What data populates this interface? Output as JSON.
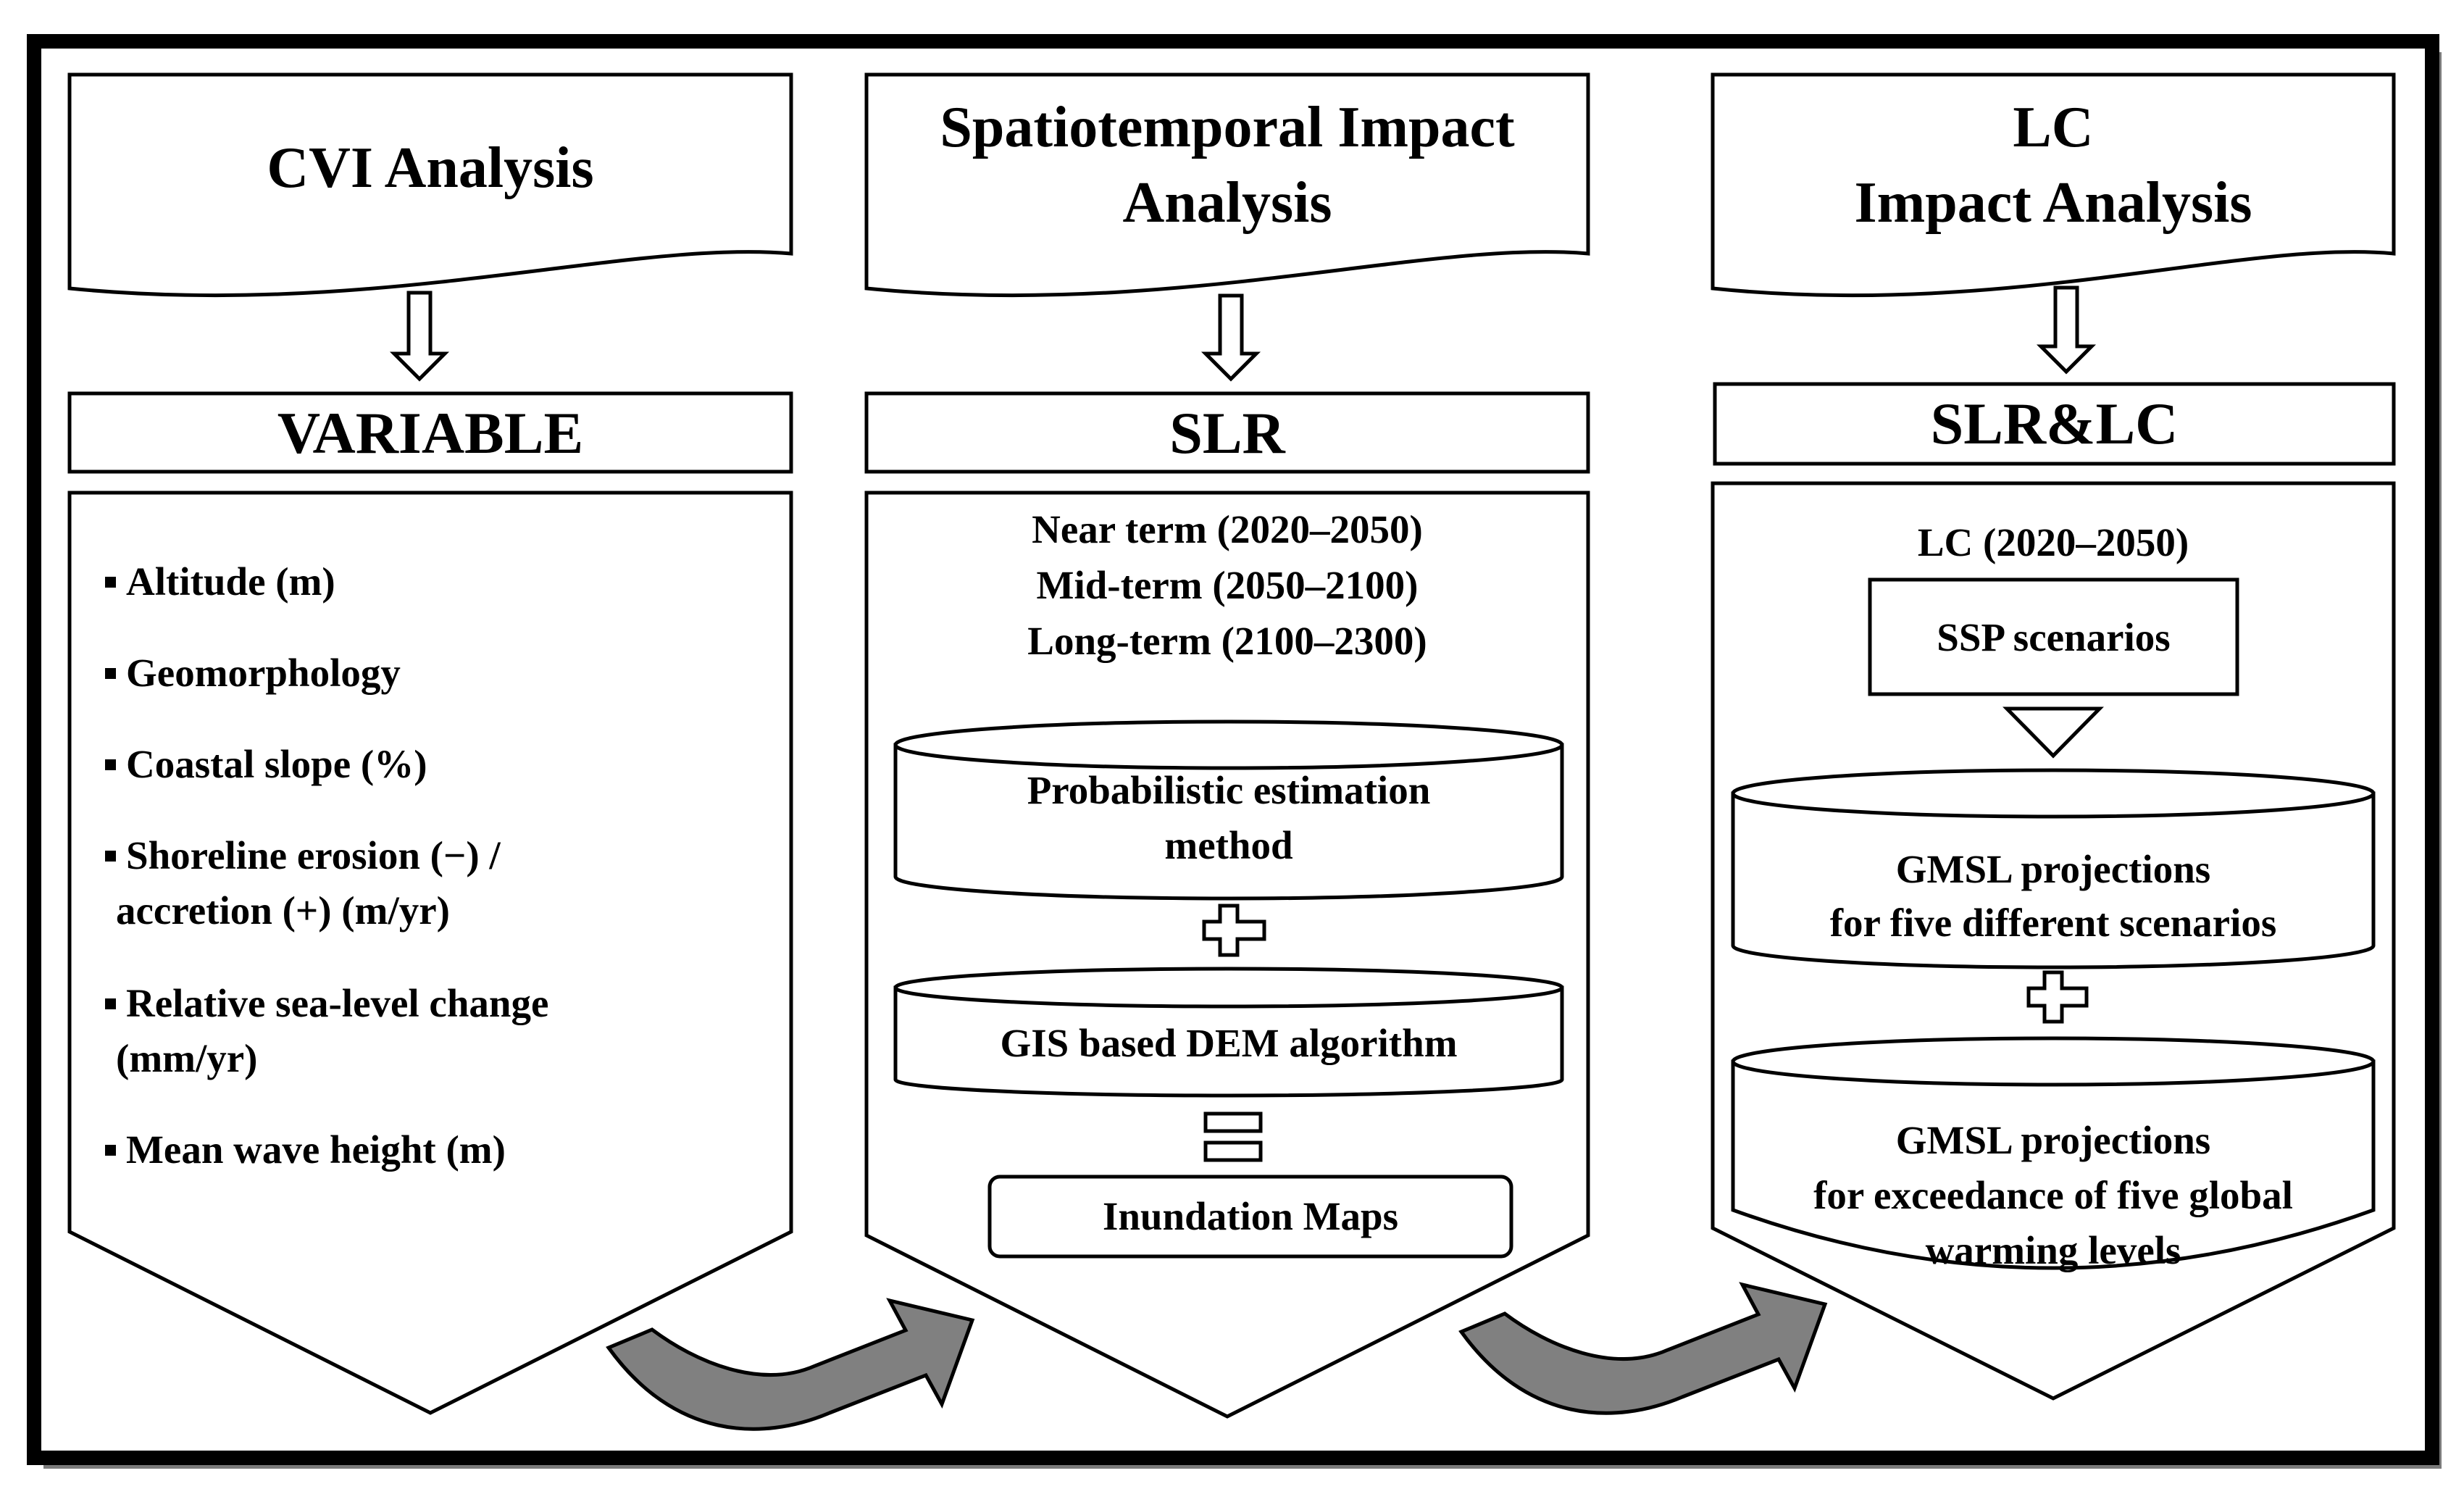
{
  "columns": [
    {
      "title_lines": [
        "CVI Analysis"
      ],
      "header": "VARIABLE",
      "items": [
        {
          "lines": [
            "Altitude (m)"
          ]
        },
        {
          "lines": [
            "Geomorphology"
          ]
        },
        {
          "lines": [
            "Coastal slope (%)"
          ]
        },
        {
          "lines": [
            "Shoreline erosion (−) /",
            "accretion (+) (m/yr)"
          ]
        },
        {
          "lines": [
            "Relative sea-level change",
            "(mm/yr)"
          ]
        },
        {
          "lines": [
            "Mean wave height (m)"
          ]
        }
      ]
    },
    {
      "title_lines": [
        "Spatiotemporal Impact",
        "Analysis"
      ],
      "header": "SLR",
      "terms": [
        "Near term (2020–2050)",
        "Mid-term (2050–2100)",
        "Long-term (2100–2300)"
      ],
      "cylinder1_lines": [
        "Probabilistic estimation",
        "method"
      ],
      "cylinder2": "GIS based DEM algorithm",
      "result": "Inundation Maps"
    },
    {
      "title_lines": [
        "LC",
        "Impact Analysis"
      ],
      "header": "SLR&LC",
      "subtitle": "LC (2020–2050)",
      "ssp": "SSP scenarios",
      "cylinder1_lines": [
        "GMSL projections",
        "for five different scenarios"
      ],
      "cylinder2_lines": [
        "GMSL projections",
        "for exceedance of five global",
        "warming levels"
      ]
    }
  ],
  "colors": {
    "line": "#000000",
    "arrow_fill": "#808080",
    "background": "#ffffff"
  },
  "icons": [
    "down-arrow-icon",
    "plus-icon",
    "equals-icon",
    "curved-arrow-icon"
  ]
}
